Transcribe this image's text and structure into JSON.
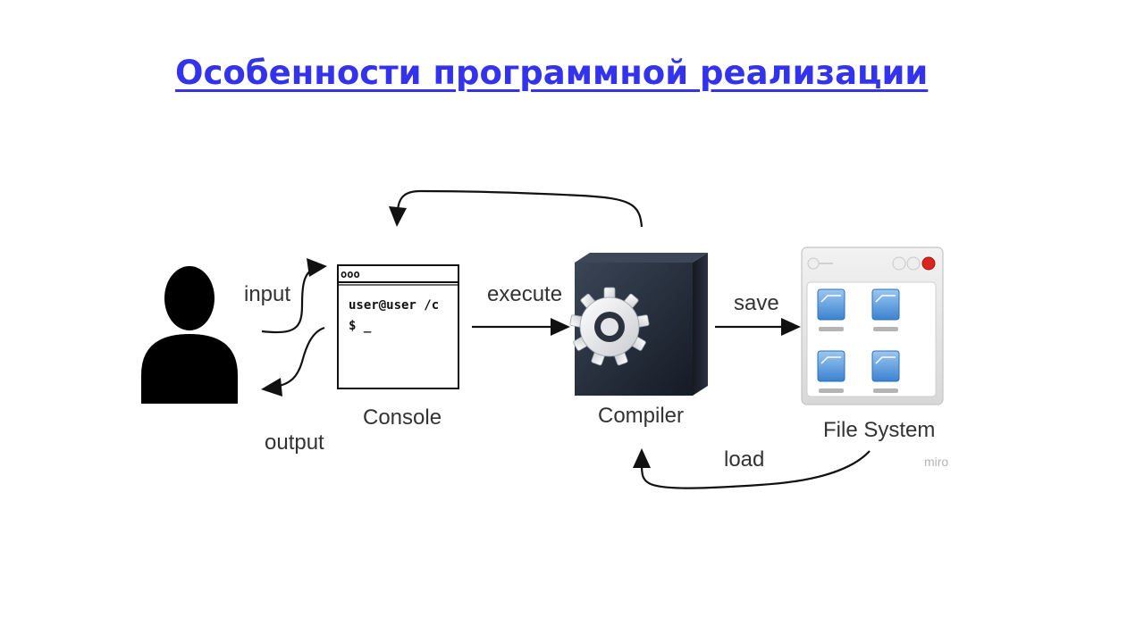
{
  "title": "Особенности программной реализации",
  "labels": {
    "input": "input",
    "output": "output",
    "execute": "execute",
    "save": "save",
    "load": "load",
    "console": "Console",
    "compiler": "Compiler",
    "file_system": "File System"
  },
  "console": {
    "window_buttons": "ooo",
    "prompt_line": "user@user /c",
    "cursor_line": "$ _"
  },
  "watermark": "miro",
  "icons": [
    "user-icon",
    "console-window-icon",
    "compiler-gear-cube-icon",
    "file-system-window-icon"
  ],
  "colors": {
    "title": "#3333ee",
    "arrows": "#111111",
    "compiler_cube": "#1f2633",
    "folder_blue": "#4a90d9",
    "close_button": "#d9261c"
  }
}
